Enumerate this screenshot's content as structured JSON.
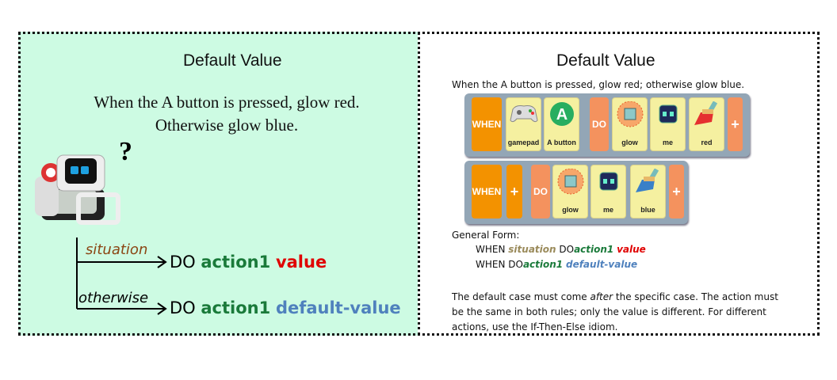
{
  "left": {
    "title": "Default Value",
    "description_line1": "When the A button is pressed, glow red.",
    "description_line2": "Otherwise glow blue.",
    "question_mark": "?",
    "branch1": {
      "label": "situation",
      "do": "DO",
      "action": "action1",
      "value": "value"
    },
    "branch2": {
      "label": "otherwise",
      "do": "DO",
      "action": "action1",
      "value": "default-value"
    }
  },
  "right": {
    "title": "Default Value",
    "description": "When the A button is pressed, glow red; otherwise glow blue.",
    "rule1": {
      "when": "WHEN",
      "do": "DO",
      "plus": "+",
      "cards": [
        "gamepad",
        "A button",
        "glow",
        "me",
        "red"
      ],
      "a_glyph": "A"
    },
    "rule2": {
      "when": "WHEN",
      "do": "DO",
      "plus": "+",
      "cards": [
        "glow",
        "me",
        "blue"
      ]
    },
    "general_form": {
      "heading": "General Form:",
      "line1": {
        "when": "WHEN",
        "situation": "situation",
        "do": "DO",
        "action": "action1",
        "value": "value"
      },
      "line2": {
        "when_do": "WHEN DO",
        "action": "action1",
        "value": "default-value"
      }
    },
    "note": {
      "part1": "The default case must come ",
      "emphasis": "after",
      "part2": " the specific case. The action must be the same in both rules; only the value is different. For different actions, use the If-Then-Else idiom."
    }
  },
  "colors": {
    "situation": "#8b4513",
    "action": "#1a7a3a",
    "value": "#e00000",
    "default": "#4f81bd",
    "gf_situation": "#9a8a5a"
  }
}
